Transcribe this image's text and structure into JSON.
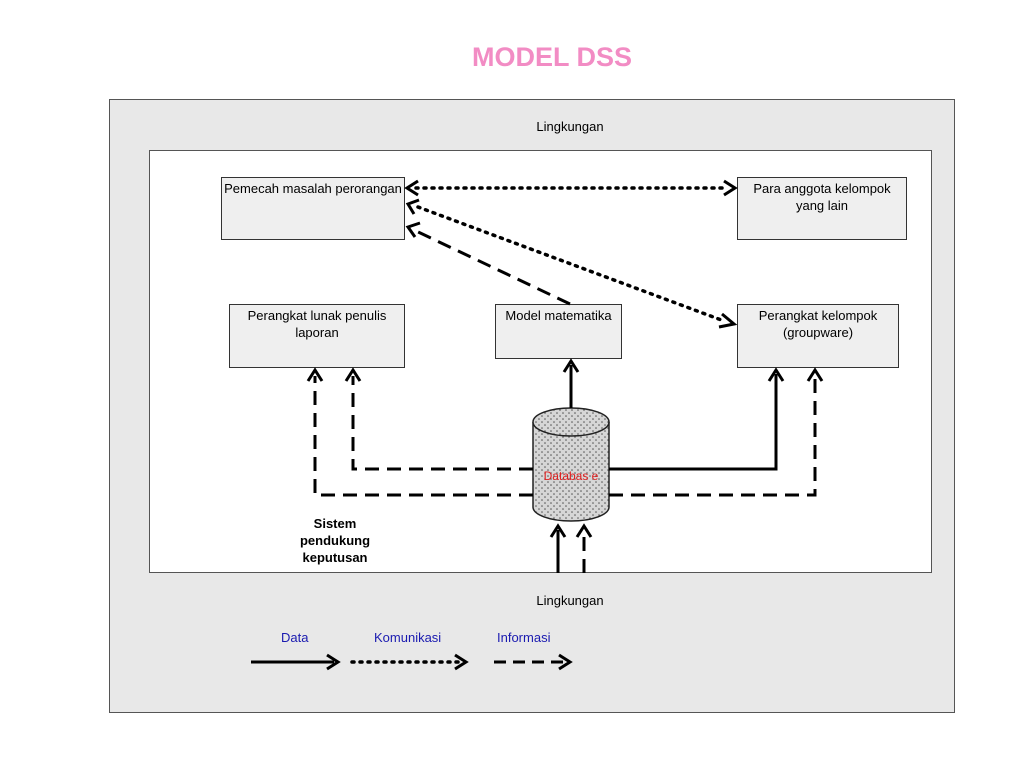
{
  "title": "MODEL DSS",
  "environment_top": "Lingkungan",
  "environment_bottom": "Lingkungan",
  "boxes": {
    "individual": "Pemecah masalah perorangan",
    "other_members": "Para anggota kelompok yang lain",
    "report_software": "Perangkat lunak penulis laporan",
    "math_model": "Model matematika",
    "groupware": "Perangkat kelompok (groupware)"
  },
  "database": "Databas e",
  "system_label": "Sistem pendukung keputusan",
  "legend": {
    "data": "Data",
    "communication": "Komunikasi",
    "information": "Informasi"
  }
}
